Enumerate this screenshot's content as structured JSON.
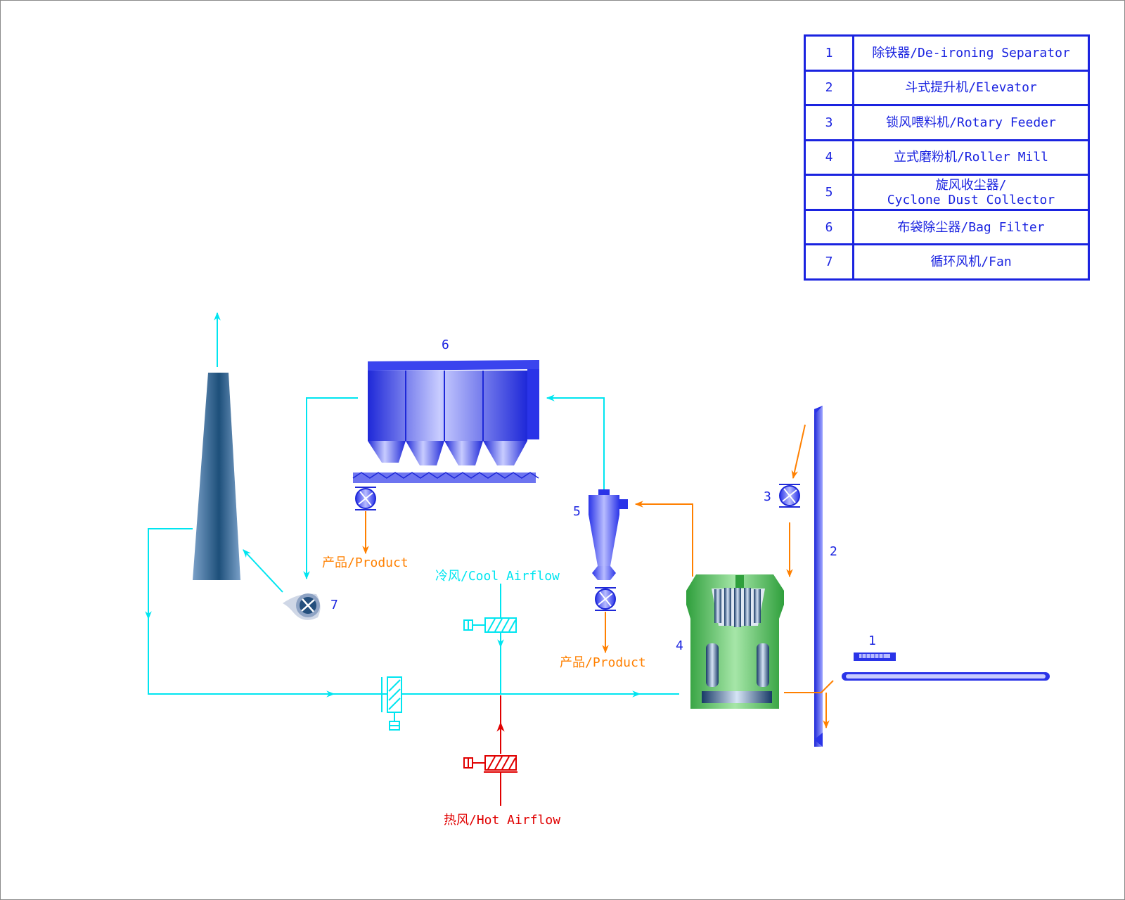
{
  "legend": {
    "rows": [
      {
        "num": "1",
        "name": "除铁器/De-ironing Separator"
      },
      {
        "num": "2",
        "name": "斗式提升机/Elevator"
      },
      {
        "num": "3",
        "name": "锁风喂料机/Rotary Feeder"
      },
      {
        "num": "4",
        "name": "立式磨粉机/Roller Mill"
      },
      {
        "num": "5",
        "name": "旋风收尘器/\nCyclone Dust Collector"
      },
      {
        "num": "6",
        "name": "布袋除尘器/Bag Filter"
      },
      {
        "num": "7",
        "name": "循环风机/Fan"
      }
    ]
  },
  "diagram": {
    "equipment_numbers": {
      "n1": "1",
      "n2": "2",
      "n3": "3",
      "n4": "4",
      "n5": "5",
      "n6": "6",
      "n7": "7"
    },
    "flow_labels": {
      "cool_airflow": "冷风/Cool Airflow",
      "hot_airflow": "热风/Hot Airflow",
      "product_bag_filter": "产品/Product",
      "product_cyclone": "产品/Product"
    }
  },
  "colors": {
    "legend_blue": "#1a23e0",
    "air_line": "#00e5f0",
    "material_line": "#ff8000",
    "hot_line": "#e00000",
    "equipment_blue": "#2a34e8",
    "mill_green": "#3cb04a",
    "stack_navy": "#1d4f7a"
  }
}
